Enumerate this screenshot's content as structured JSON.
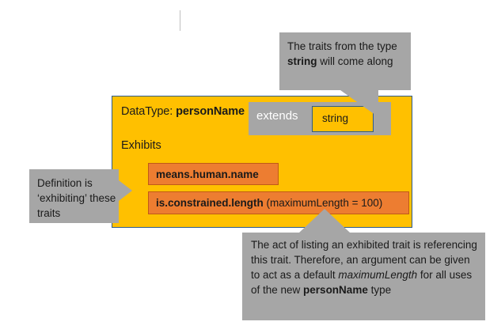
{
  "diagram": {
    "title_prefix": "DataType: ",
    "title_name": "personName",
    "exhibits_label": "Exhibits",
    "extends": {
      "label": "extends",
      "base_type": "string"
    },
    "traits": [
      {
        "name": "means.human.name",
        "argument": ""
      },
      {
        "name": "is.constrained.length",
        "argument": " (maximumLength = 100)"
      }
    ]
  },
  "callouts": {
    "top": {
      "part1": "The traits from the type ",
      "emphasis": "string",
      "part2": " will come along"
    },
    "left": {
      "text": "Definition is ‘exhibiting’ these traits"
    },
    "bottom": {
      "part1": "The act of listing an exhibited trait is referencing this trait. Therefore, an argument can be given to act as a default ",
      "emphasis_italic": "maximumLength",
      "part2": " for all uses of the new ",
      "emphasis_bold": "personName",
      "part3": " type"
    }
  },
  "colors": {
    "panel_fill": "#FFC000",
    "panel_border": "#2E5C8A",
    "trait_fill": "#ED7D31",
    "trait_border": "#C05A16",
    "callout_fill": "#A6A6A6",
    "extends_fill": "#A6A6A6",
    "text": "#1A1A1A",
    "extends_text": "#FFFFFF",
    "background": "#FFFFFF"
  }
}
